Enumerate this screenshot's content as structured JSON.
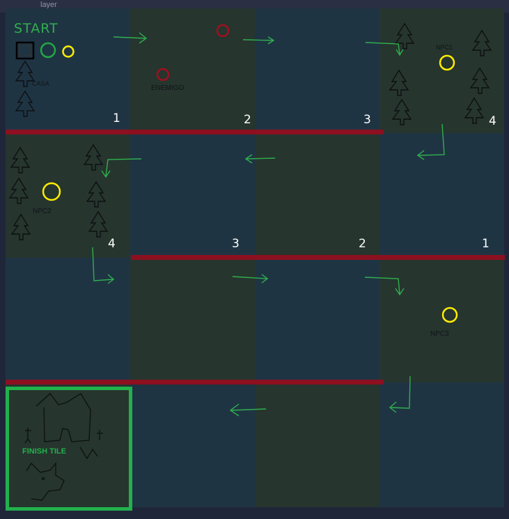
{
  "window": {
    "layer_label": "layer"
  },
  "labels": {
    "start": "START",
    "enemy": "ENEMIGO",
    "casa": "CASA",
    "npc1": "NPC1",
    "npc2": "NPC2",
    "npc3": "NPC3",
    "finish": "FINISH TILE"
  },
  "tile_numbers": {
    "row1": [
      "1",
      "2",
      "3",
      "4"
    ],
    "row2": [
      "4",
      "3",
      "2",
      "1"
    ]
  },
  "colors": {
    "path_arrow": "#2fb04e",
    "red_wall": "#8c1020",
    "npc_marker": "#ffee00",
    "enemy_marker": "#a01020",
    "finish_border": "#22b14c"
  }
}
